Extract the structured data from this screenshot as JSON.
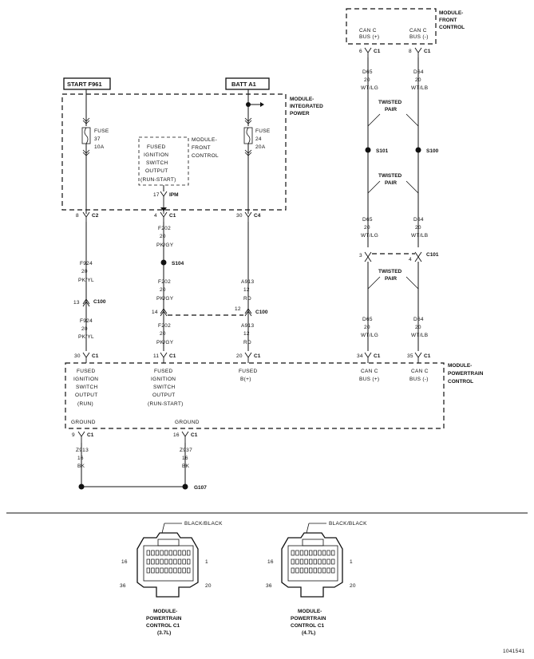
{
  "front_control": {
    "title": [
      "MODULE-",
      "FRONT",
      "CONTROL"
    ],
    "pins": [
      "CAN C",
      "BUS (+)",
      "CAN C",
      "BUS (-)"
    ],
    "pin_nums": [
      "6",
      "8"
    ],
    "conn": "C1"
  },
  "power_sources": {
    "left": "START F961",
    "right": "BATT A1"
  },
  "ipm": {
    "title": [
      "MODULE-",
      "INTEGRATED",
      "POWER"
    ],
    "fuse_left": [
      "FUSE",
      "37",
      "10A"
    ],
    "fuse_right": [
      "FUSE",
      "24",
      "20A"
    ],
    "conn_label": "IPM",
    "conn_pin": "17"
  },
  "inner_module": {
    "lines": [
      "FUSED",
      "IGNITION",
      "SWITCH",
      "OUTPUT",
      "(RUN-START)"
    ],
    "title": [
      "MODULE-",
      "FRONT",
      "CONTROL"
    ]
  },
  "connectors": {
    "c2": {
      "pin": "8",
      "name": "C2"
    },
    "c1a": {
      "pin": "4",
      "name": "C1"
    },
    "c4": {
      "pin": "30",
      "name": "C4"
    },
    "c100_left": {
      "pin": "13",
      "name": "C100"
    },
    "c100_right": {
      "pin": "12",
      "pin2": "14",
      "name": "C100"
    },
    "c101": {
      "pin": "3",
      "pin2": "4",
      "name": "C101"
    },
    "pcm_pins": [
      "30",
      "11",
      "20",
      "34",
      "35"
    ],
    "pcm_conn": "C1",
    "gnd_pins": [
      "9",
      "16"
    ],
    "gnd_conn": "C1"
  },
  "wires": {
    "f924_a": [
      "F924",
      "20",
      "PK/YL"
    ],
    "f924_b": [
      "F924",
      "20",
      "PK/YL"
    ],
    "f202_a": [
      "F202",
      "20",
      "PK/GY"
    ],
    "f202_b": [
      "F202",
      "20",
      "PK/GY"
    ],
    "f202_c": [
      "F202",
      "20",
      "PK/GY"
    ],
    "a913_a": [
      "A913",
      "12",
      "RD"
    ],
    "a913_b": [
      "A913",
      "12",
      "RD"
    ],
    "d65_a": [
      "D65",
      "20",
      "WT/LG"
    ],
    "d64_a": [
      "D64",
      "20",
      "WT/LB"
    ],
    "d65_b": [
      "D65",
      "20",
      "WT/LG"
    ],
    "d64_b": [
      "D64",
      "20",
      "WT/LB"
    ],
    "d65_c": [
      "D65",
      "20",
      "WT/LG"
    ],
    "d64_c": [
      "D64",
      "20",
      "WT/LB"
    ],
    "z913": [
      "Z913",
      "16",
      "BK"
    ],
    "z937": [
      "Z937",
      "16",
      "BK"
    ]
  },
  "twisted_pair": "TWISTED PAIR",
  "splices": {
    "s101": "S101",
    "s100": "S100",
    "s104": "S104"
  },
  "pcm": {
    "title": [
      "MODULE-",
      "POWERTRAIN",
      "CONTROL"
    ],
    "col1": [
      "FUSED",
      "IGNITION",
      "SWITCH",
      "OUTPUT",
      "(RUN)"
    ],
    "col2": [
      "FUSED",
      "IGNITION",
      "SWITCH",
      "OUTPUT",
      "(RUN-START)"
    ],
    "col3": [
      "FUSED",
      "B(+)"
    ],
    "col4": [
      "CAN C",
      "BUS (+)"
    ],
    "col5": [
      "CAN C",
      "BUS (-)"
    ],
    "ground1": "GROUND",
    "ground2": "GROUND"
  },
  "ground": "G107",
  "connector_views": [
    {
      "color": "BLACK/BLACK",
      "pin_tl": "16",
      "pin_tr": "1",
      "pin_bl": "36",
      "pin_br": "20",
      "caption": [
        "MODULE-",
        "POWERTRAIN",
        "CONTROL C1",
        "(3.7L)"
      ]
    },
    {
      "color": "BLACK/BLACK",
      "pin_tl": "16",
      "pin_tr": "1",
      "pin_bl": "36",
      "pin_br": "20",
      "caption": [
        "MODULE-",
        "POWERTRAIN",
        "CONTROL C1",
        "(4.7L)"
      ]
    }
  ],
  "figure_id": "1041541"
}
